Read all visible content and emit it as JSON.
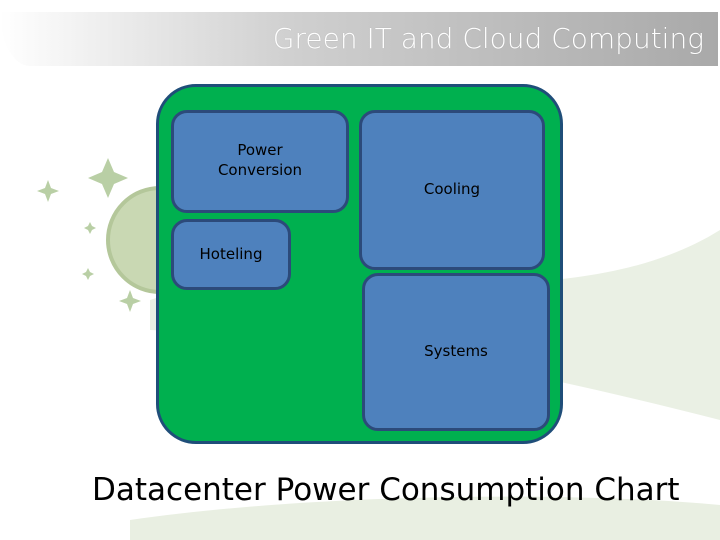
{
  "header": {
    "title": "Green IT and Cloud Computing"
  },
  "diagram": {
    "blocks": {
      "power": "Power Conversion",
      "cooling": "Cooling",
      "hoteling": "Hoteling",
      "systems": "Systems"
    },
    "caption": "Datacenter Power Consumption Chart"
  },
  "colors": {
    "container": "#00b04f",
    "block_fill": "#4e81bd",
    "block_border": "#2c4a7a"
  }
}
